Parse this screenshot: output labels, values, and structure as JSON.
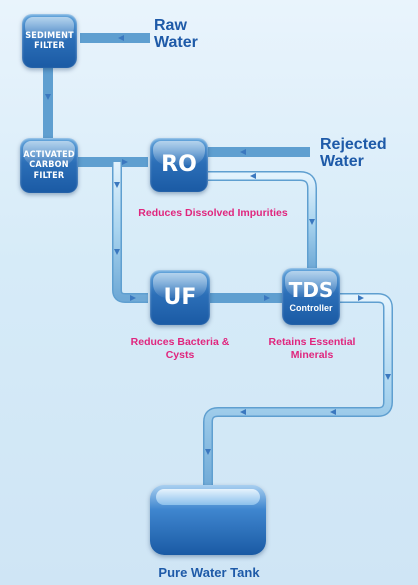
{
  "nodes": {
    "sediment": "SEDIMENT FILTER",
    "carbon": "ACTIVATED CARBON FILTER",
    "ro": "RO",
    "uf": "UF",
    "tds_main": "TDS",
    "tds_sub": "Controller",
    "tank": "Pure Water Tank"
  },
  "labels": {
    "raw_water": "Raw Water",
    "rejected_water": "Rejected Water",
    "ro_desc": "Reduces Dissolved Impurities",
    "uf_desc": "Reduces Bacteria & Cysts",
    "tds_desc": "Retains Essential Minerals"
  },
  "colors": {
    "box_blue": "#1a5aa4",
    "label_blue": "#1e5aa8",
    "desc_pink": "#e0267e",
    "pipe": "#a9d4ef"
  }
}
